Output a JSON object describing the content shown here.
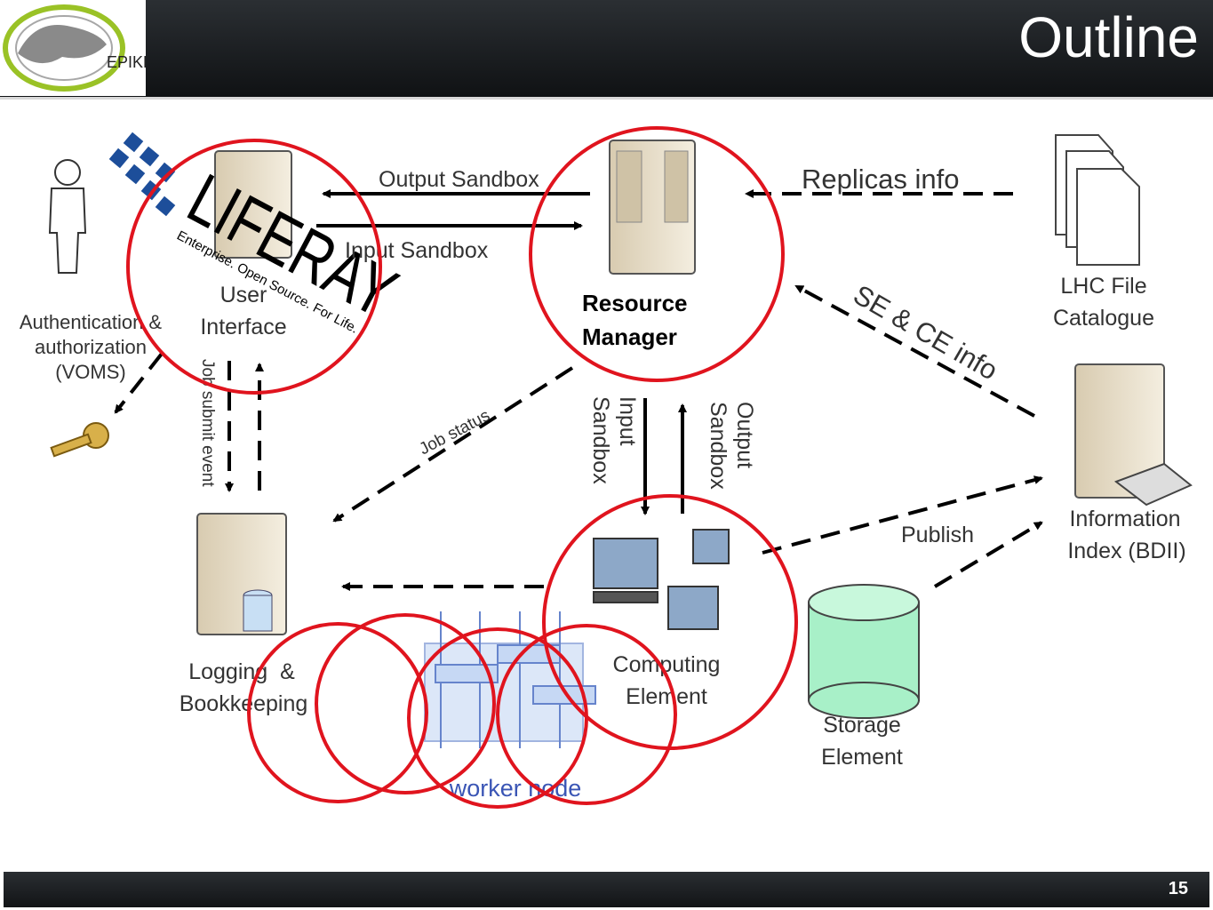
{
  "slide": {
    "title": "Outline",
    "page_number": "15",
    "logo_text": "EPIKH"
  },
  "overlay_logo": {
    "name": "LIFERAY",
    "tagline": "Enterprise. Open Source. For Life."
  },
  "nodes": {
    "auth": [
      "Authentication &",
      "authorization",
      "(VOMS)"
    ],
    "ui": [
      "User",
      "Interface"
    ],
    "rm": [
      "Resource",
      "Manager"
    ],
    "lfc": [
      "LHC File",
      "Catalogue"
    ],
    "bdii": [
      "Information",
      "Index (BDII)"
    ],
    "lb": [
      "Logging  &",
      "Bookkeeping"
    ],
    "ce": [
      "Computing",
      "Element"
    ],
    "se": [
      "Storage",
      "Element"
    ],
    "wn": "worker node"
  },
  "edges": {
    "output_sandbox": "Output Sandbox",
    "input_sandbox": "Input Sandbox",
    "replicas_info": "Replicas info",
    "se_ce_info": "SE & CE info",
    "job_status": "Job status",
    "job_submit_event": "Job submit event",
    "input_sandbox_v": [
      "Input",
      "Sandbox"
    ],
    "output_sandbox_v": [
      "Output",
      "Sandbox"
    ],
    "publish": "Publish"
  },
  "colors": {
    "highlight_circle": "#e0141e",
    "header_bg": "#1c1f22",
    "rm_label": "#000000",
    "worker_node_label": "#3a55b5",
    "storage_green": "#a8f0c8"
  }
}
